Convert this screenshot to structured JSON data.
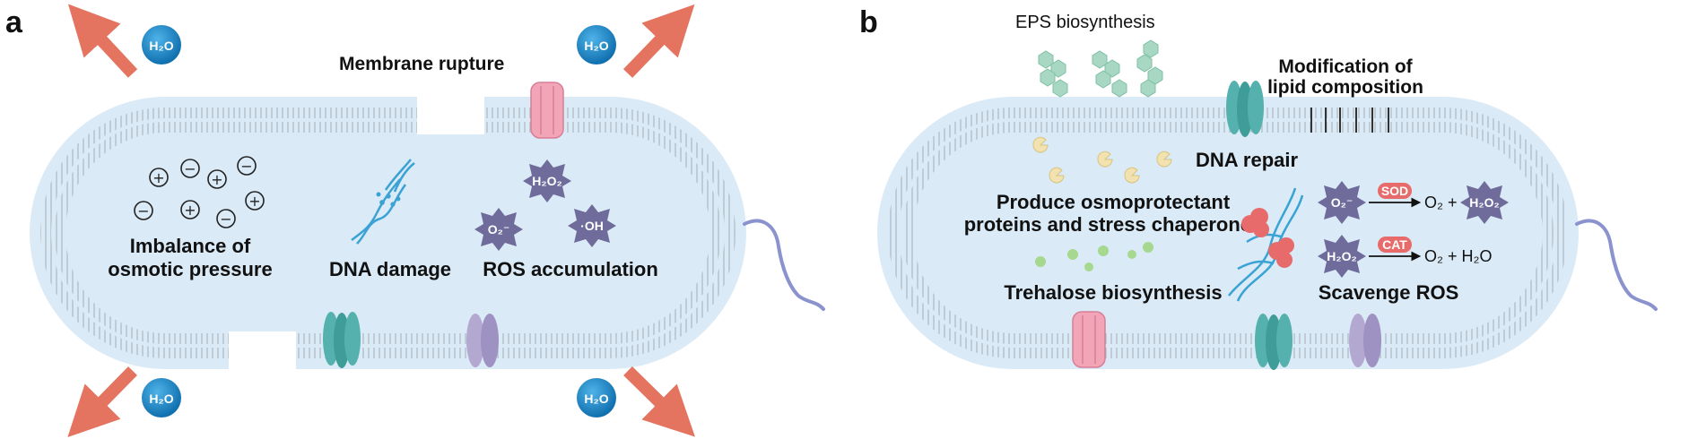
{
  "colors": {
    "cytoplasm": "#daeaf6",
    "membrane_line": "#b8c4cc",
    "water_drop": "#1f86c6",
    "arrow": "#e2664f",
    "ros_star": "#6f6c9b",
    "dna": "#3aa3d4",
    "channel_teal": "#54b1ad",
    "channel_pink": "#f3a5b8",
    "channel_lavender": "#b2a8d0",
    "eps": "#a8d8c4",
    "trehalose": "#a6d890",
    "osmoprotectant": "#f2e2b0",
    "repair_protein": "#e86b6b",
    "flagellum": "#8b93cf"
  },
  "panel_a": {
    "letter": "a",
    "membrane_rupture": "Membrane rupture",
    "osmotic_line1": "Imbalance of",
    "osmotic_line2": "osmotic pressure",
    "dna_damage": "DNA damage",
    "ros_accumulation": "ROS accumulation",
    "water_label": "H₂O",
    "ion_plus": "+",
    "ion_minus": "−",
    "ros_h2o2": "H₂O₂",
    "ros_o2": "O₂⁻",
    "ros_oh": "·OH"
  },
  "panel_b": {
    "letter": "b",
    "eps": "EPS biosynthesis",
    "lipid_line1": "Modification of",
    "lipid_line2": "lipid composition",
    "dna_repair": "DNA repair",
    "osmo_line1": "Produce osmoprotectant",
    "osmo_line2": "proteins and stress chaperones",
    "trehalose": "Trehalose biosynthesis",
    "scavenge": "Scavenge ROS",
    "sod": "SOD",
    "cat": "CAT",
    "o2_star": "O₂⁻",
    "h2o2_star": "H₂O₂",
    "sod_product1": "O₂ +",
    "sod_product2": "H₂O₂",
    "cat_product": "O₂ + H₂O"
  }
}
